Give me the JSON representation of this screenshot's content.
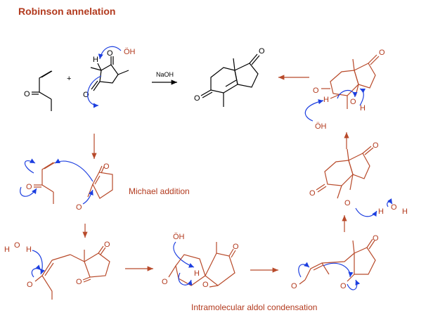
{
  "title": "Robinson annelation",
  "reagent": "NaOH",
  "plus": "+",
  "captions": {
    "michael": "Michael addition",
    "aldol": "Intramolecular aldol condensation"
  },
  "atoms": {
    "oxygen": "O",
    "hydrogen": "H",
    "hydroxide": "ÖH",
    "hydroxide_charge": "−",
    "oxide_anion": "O",
    "water_o": "O"
  },
  "colors": {
    "structure": "#b84a2a",
    "arrows_electron": "#1d3fe0",
    "reaction_arrows": "#b84a2a",
    "title": "#b23a1e"
  }
}
